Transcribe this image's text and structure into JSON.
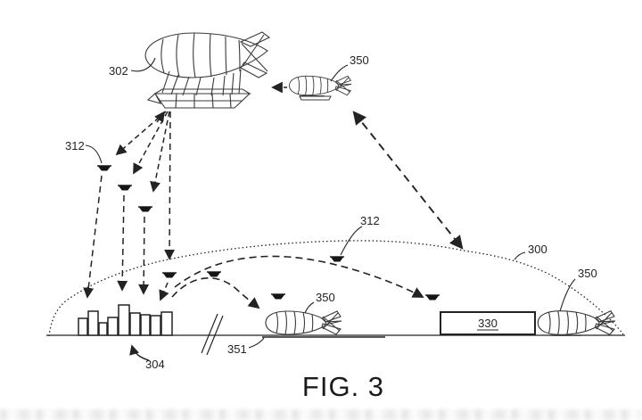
{
  "figure": {
    "caption": "FIG. 3",
    "labels": {
      "airship": "302",
      "uav_left": "312",
      "uav_mid": "312",
      "shuttle_top": "350",
      "shuttle_pad": "350",
      "shuttle_right": "350",
      "coverage_area": "300",
      "city": "304",
      "ground_station": "330",
      "landing_pad": "351"
    },
    "colors": {
      "line": "#232323",
      "background": "#ffffff"
    },
    "icons": {
      "airship": "airship-icon",
      "drone": "drone-icon",
      "shuttle": "blimp-icon"
    }
  }
}
